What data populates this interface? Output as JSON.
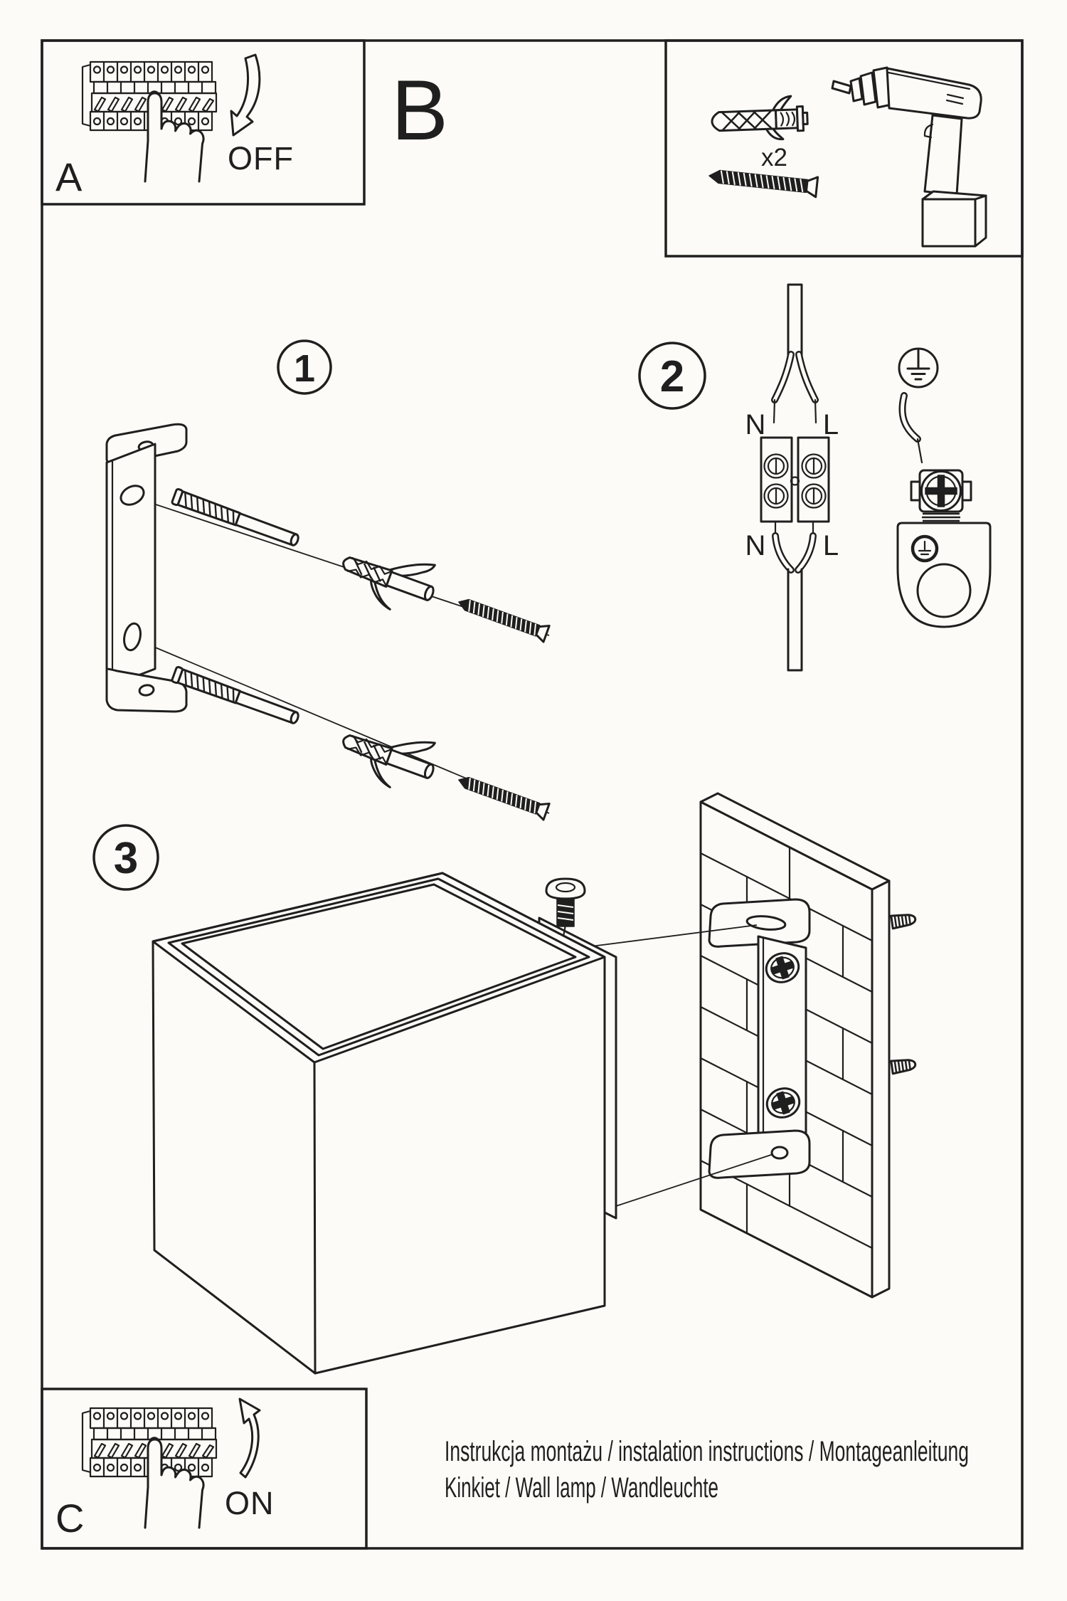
{
  "page": {
    "background": "#fcfbf7",
    "ink": "#1f1f1f",
    "kind": "wall lamp installation instructions sheet"
  },
  "sections": {
    "a": {
      "label": "A",
      "action": "OFF"
    },
    "b": {
      "label": "B"
    },
    "c": {
      "label": "C",
      "action": "ON"
    }
  },
  "hardware": {
    "quantity": "x2"
  },
  "steps": {
    "s1": "1",
    "s2": "2",
    "s3": "3"
  },
  "wiring": {
    "top_left": "N",
    "top_right": "L",
    "bottom_left": "N",
    "bottom_right": "L"
  },
  "footer": {
    "line1": "Instrukcja montażu / instalation instructions / Montageanleitung",
    "line2": "Kinkiet / Wall lamp / Wandleuchte"
  },
  "icons": {
    "breaker": "circuit-breaker-panel-icon",
    "hand": "pointing-hand-icon",
    "arrow_off": "curved-arrow-down-icon",
    "arrow_on": "curved-arrow-up-icon",
    "plug": "wall-plug-anchor-icon",
    "screw": "mounting-screw-icon",
    "drill": "cordless-drill-icon",
    "bracket": "mounting-bracket-icon",
    "terminal": "terminal-block-icon",
    "ground": "earth-ground-symbol-icon",
    "canopy": "lamp-canopy-icon",
    "cube": "cube-lamp-icon",
    "wall": "brick-wall-icon"
  }
}
